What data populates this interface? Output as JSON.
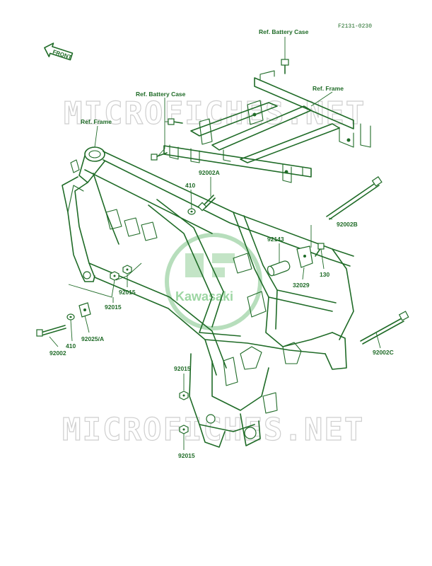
{
  "diagram": {
    "drawing_code": "F2131-0230",
    "front_badge": "FRONT",
    "watermark_top": "MICROFICHES.NET",
    "watermark_bottom": "MICROFICHES.NET",
    "center_logo_text": "Kawasaki",
    "colors": {
      "ink": "#1f6b27",
      "watermark": "#cfcfcf",
      "background": "#ffffff"
    },
    "callouts": {
      "ref_battery_case_top": "Ref. Battery Case",
      "ref_frame_right": "Ref. Frame",
      "ref_battery_case_left": "Ref. Battery Case",
      "ref_frame_left": "Ref. Frame",
      "p92002A": "92002A",
      "p410_upper": "410",
      "p92002B": "92002B",
      "p92143": "92143",
      "p130": "130",
      "p32029": "32029",
      "p92015_a": "92015",
      "p92015_b": "92015",
      "p92025A": "92025/A",
      "p410_lower": "410",
      "p92002": "92002",
      "p92002C": "92002C",
      "p92015_c": "92015",
      "p92015_d": "92015"
    }
  }
}
